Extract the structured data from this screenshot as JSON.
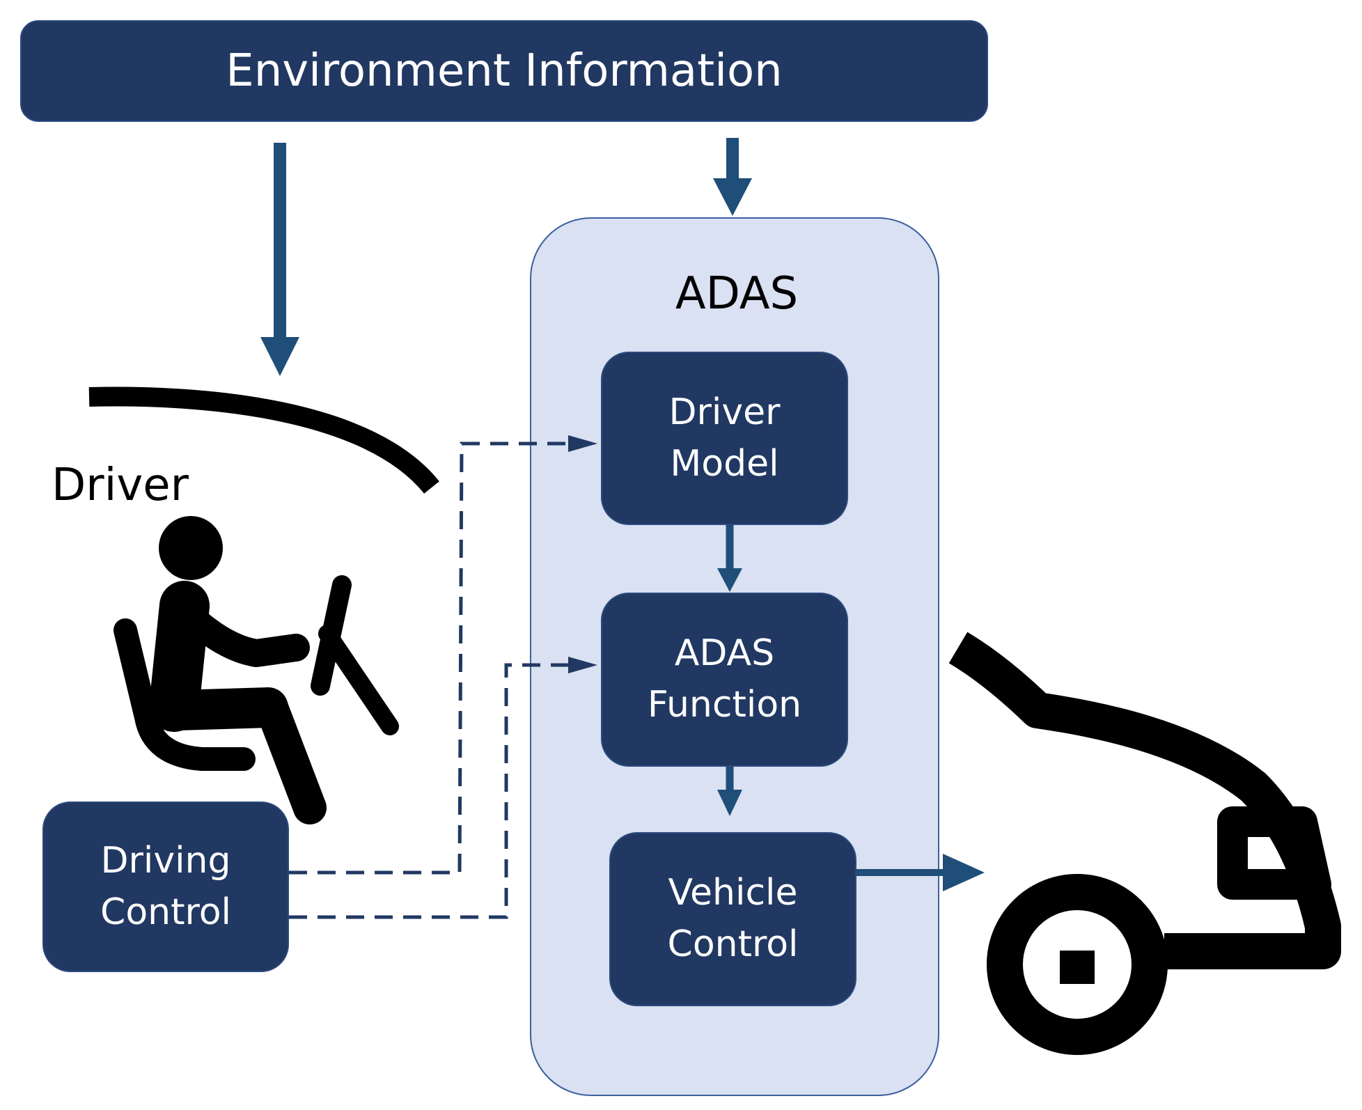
{
  "banner": {
    "label": "Environment Information"
  },
  "adas": {
    "title": "ADAS",
    "blocks": [
      {
        "id": "driver-model",
        "label": "Driver\nModel"
      },
      {
        "id": "adas-function",
        "label": "ADAS\nFunction"
      },
      {
        "id": "vehicle-control",
        "label": "Vehicle\nControl"
      }
    ]
  },
  "driver": {
    "label": "Driver"
  },
  "driving_control": {
    "label": "Driving\nControl"
  },
  "colors": {
    "dark_box": "#213862",
    "adas_background": "#d9e1f2",
    "arrow": "#1f4e79",
    "icon": "#000000"
  },
  "icons": [
    "driver-seated-icon",
    "car-icon"
  ]
}
